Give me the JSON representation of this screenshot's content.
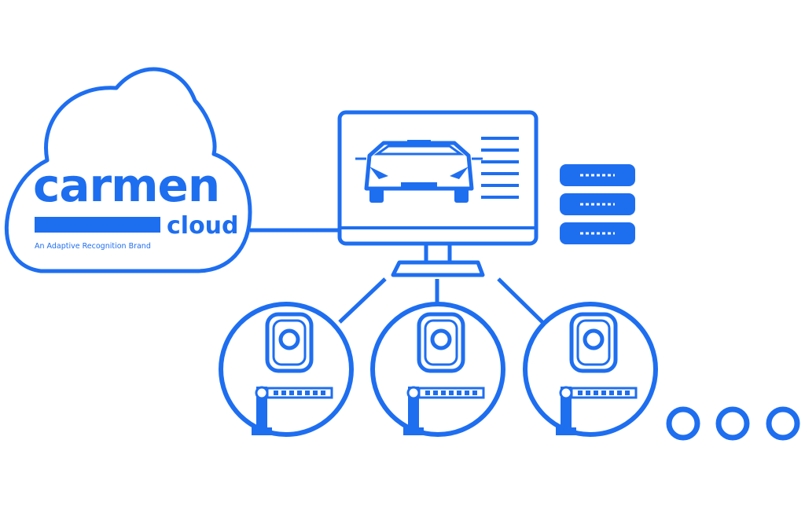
{
  "colors": {
    "accent": "#1e6ef0",
    "background": "#ffffff"
  },
  "cloud": {
    "brand_name": "carmen",
    "product_name": "cloud",
    "tagline": "An Adaptive Recognition Brand",
    "icon": "cloud-icon"
  },
  "monitor": {
    "icon": "monitor-icon",
    "screen_content": "car-front-icon",
    "text_lines_icon": "text-lines-icon"
  },
  "server": {
    "icon": "server-stack-icon",
    "units": 3
  },
  "nodes": [
    {
      "icon": "camera-barrier-icon"
    },
    {
      "icon": "camera-barrier-icon"
    },
    {
      "icon": "camera-barrier-icon"
    }
  ],
  "more_indicator": {
    "icon": "ellipsis-circles-icon",
    "count": 3
  }
}
